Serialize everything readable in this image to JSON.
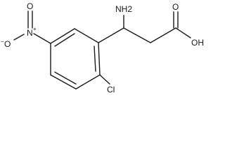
{
  "molecule": {
    "labels": {
      "nh2": "NH2",
      "cl": "Cl",
      "oh": "OH",
      "carbonyl_o": "O",
      "nitro_n": "N",
      "nitro_o_top": "O",
      "nitro_o_left": "O"
    },
    "charges": {
      "nitro_n": "+",
      "nitro_o_left": "−"
    }
  }
}
